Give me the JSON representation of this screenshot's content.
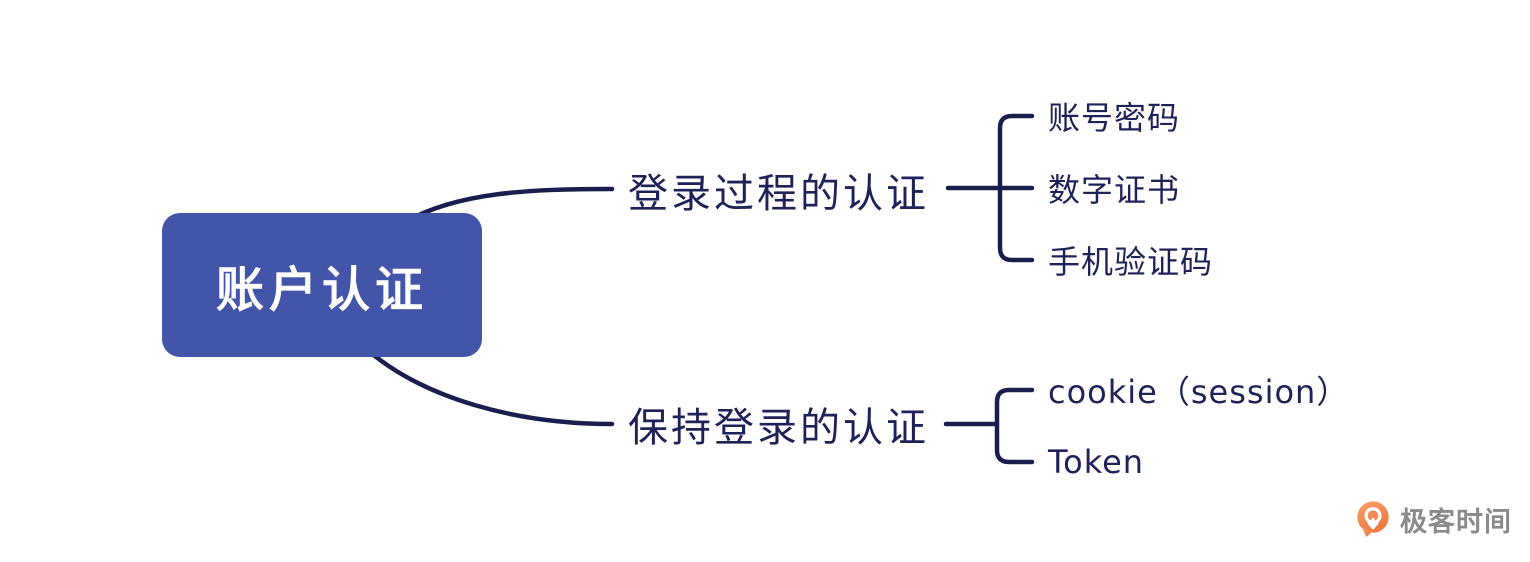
{
  "root": {
    "label": "账户认证"
  },
  "branches": [
    {
      "label": "登录过程的认证",
      "children": [
        "账号密码",
        "数字证书",
        "手机验证码"
      ]
    },
    {
      "label": "保持登录的认证",
      "children": [
        "cookie（session）",
        "Token"
      ]
    }
  ],
  "watermark": {
    "label": "极客时间",
    "icon": "geektime-pin-logo"
  },
  "colors": {
    "node_bg": "#4355a8",
    "line": "#1a1e4e",
    "text": "#1e2257",
    "root_text": "#ffffff",
    "logo_text": "#8a8a8a",
    "logo_orange_light": "#f7a06b",
    "logo_orange_dark": "#ec7940",
    "canvas_bg": "#ffffff"
  }
}
